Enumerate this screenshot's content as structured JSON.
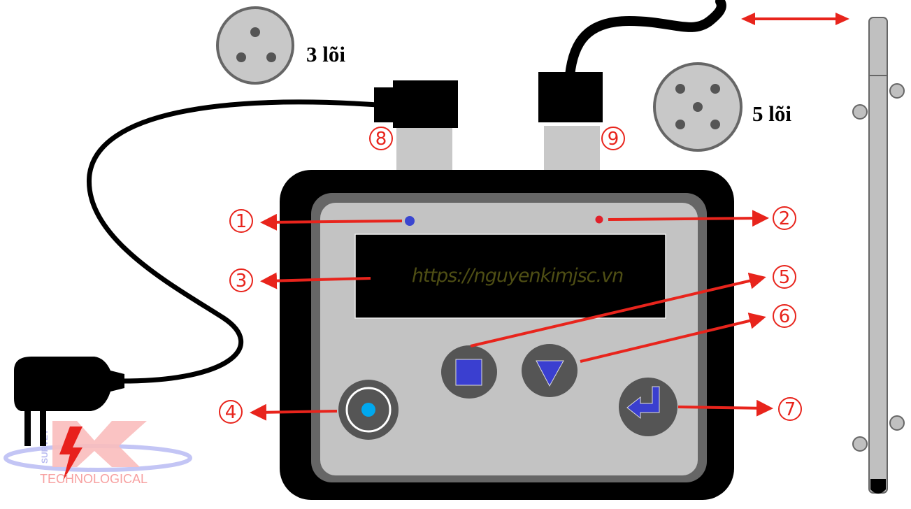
{
  "connectors": {
    "three_core_label": "3 lõi",
    "five_core_label": "5 lõi"
  },
  "screen": {
    "text": "https://nguyenkimjsc.vn"
  },
  "callouts": {
    "c1": "1",
    "c2": "2",
    "c3": "3",
    "c4": "4",
    "c5": "5",
    "c6": "6",
    "c7": "7",
    "c8": "8",
    "c9": "9"
  },
  "logo": {
    "vertical_text": "SURVEY",
    "bottom_text": "TECHNOLOGICAL"
  },
  "colors": {
    "callout_red": "#e8241c",
    "led_blue": "#3a46d0",
    "led_red": "#e0202a",
    "button_blue": "#3a3fd0",
    "power_dot": "#00a8ee",
    "panel_gray": "#c3c3c3"
  }
}
